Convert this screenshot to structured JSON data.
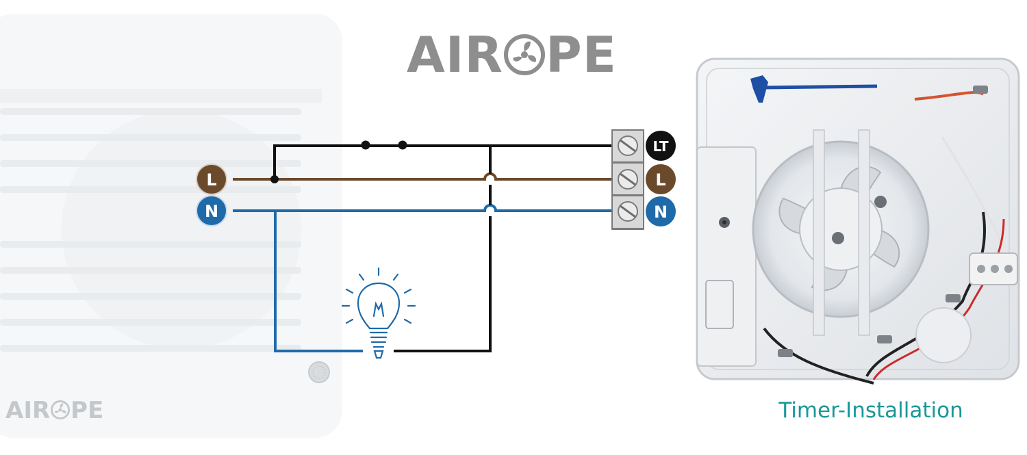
{
  "brand": {
    "prefix": "AIR",
    "suffix": "PE"
  },
  "brand_small": {
    "prefix": "AIR",
    "suffix": "PE"
  },
  "badges": {
    "line_in": "L",
    "neutral_in": "N",
    "terminal_lt": "LT",
    "terminal_l": "L",
    "terminal_n": "N"
  },
  "caption": "Timer-Installation",
  "colors": {
    "live": "#6b4a2c",
    "neutral": "#1f6aa9",
    "switched": "#111111",
    "caption": "#1a9898",
    "brand": "#8e8e8e"
  },
  "icons": {
    "brand_o": "fan-icon",
    "lamp": "light-bulb-icon"
  }
}
